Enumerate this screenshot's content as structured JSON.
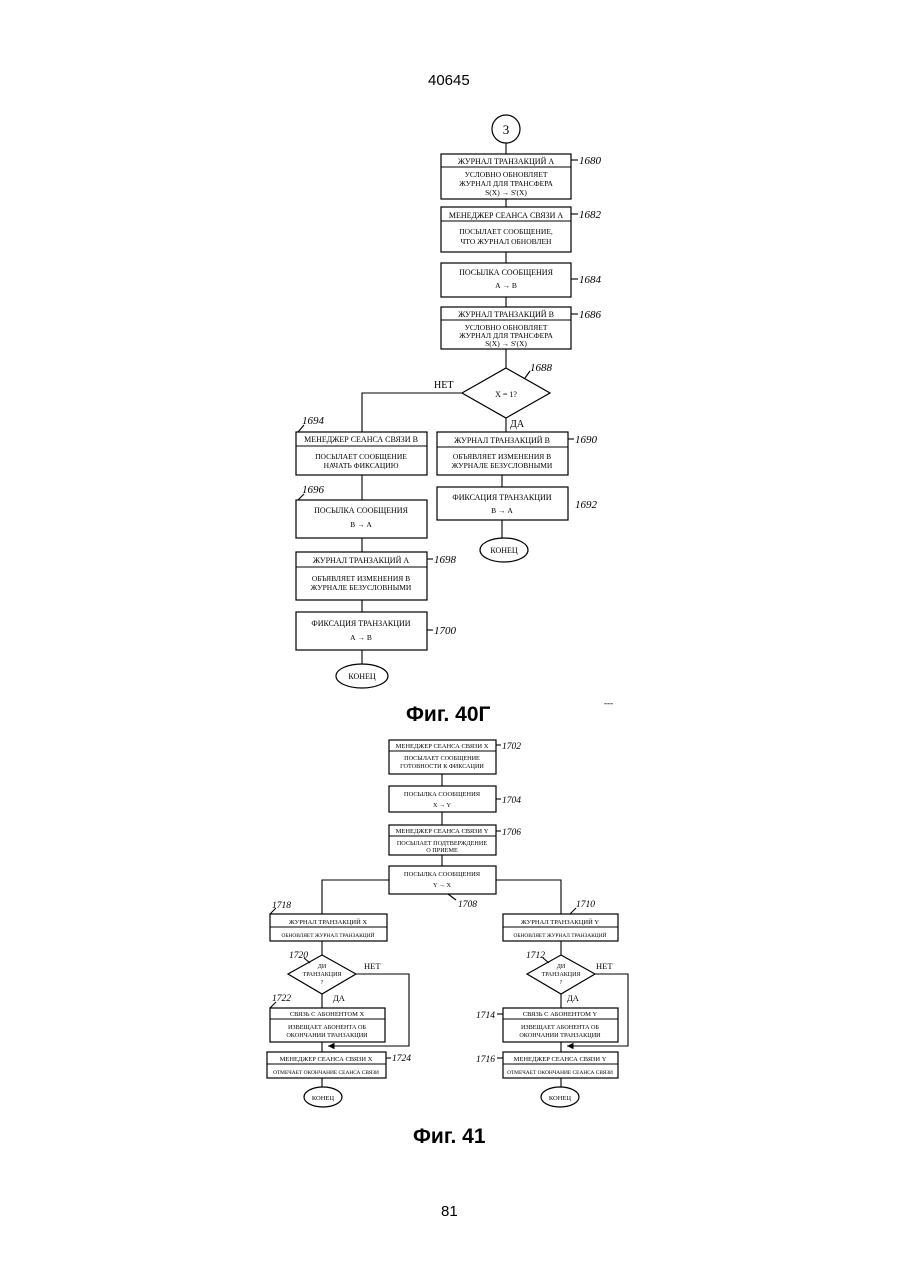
{
  "page": {
    "top_number": "40645",
    "bottom_number": "81",
    "mark": "---"
  },
  "fig40": {
    "caption": "Фиг. 40Г",
    "connector": "3",
    "b1680": {
      "title": "ЖУРНАЛ ТРАНЗАКЦИЙ А",
      "body1": "УСЛОВНО ОБНОВЛЯЕТ",
      "body2": "ЖУРНАЛ ДЛЯ ТРАНСФЕРА",
      "body3": "S(X) → S'(X)",
      "ref": "1680"
    },
    "b1682": {
      "title": "МЕНЕДЖЕР СЕАНСА СВЯЗИ А",
      "body1": "ПОСЫЛАЕТ СООБЩЕНИЕ,",
      "body2": "ЧТО ЖУРНАЛ ОБНОВЛЕН",
      "ref": "1682"
    },
    "b1684": {
      "title": "ПОСЫЛКА СООБЩЕНИЯ",
      "body1": "А → В",
      "ref": "1684"
    },
    "b1686": {
      "title": "ЖУРНАЛ ТРАНЗАКЦИЙ В",
      "body1": "УСЛОВНО ОБНОВЛЯЕТ",
      "body2": "ЖУРНАЛ ДЛЯ ТРАНСФЕРА",
      "body3": "S(X) → S'(X)",
      "ref": "1686"
    },
    "d1688": {
      "text": "X = 1?",
      "ref": "1688",
      "no": "НЕТ",
      "yes": "ДА"
    },
    "b1690": {
      "title": "ЖУРНАЛ ТРАНЗАКЦИЙ В",
      "body1": "ОБЪЯВЛЯЕТ ИЗМЕНЕНИЯ В",
      "body2": "ЖУРНАЛЕ БЕЗУСЛОВНЫМИ",
      "ref": "1690"
    },
    "b1692": {
      "title": "ФИКСАЦИЯ ТРАНЗАКЦИИ",
      "body1": "В → А",
      "ref": "1692"
    },
    "end_right": "КОНЕЦ",
    "b1694": {
      "title": "МЕНЕДЖЕР СЕАНСА СВЯЗИ В",
      "body1": "ПОСЫЛАЕТ СООБЩЕНИЕ",
      "body2": "НАЧАТЬ ФИКСАЦИЮ",
      "ref": "1694"
    },
    "b1696": {
      "title": "ПОСЫЛКА СООБЩЕНИЯ",
      "body1": "В → А",
      "ref": "1696"
    },
    "b1698": {
      "title": "ЖУРНАЛ ТРАНЗАКЦИЙ А",
      "body1": "ОБЪЯВЛЯЕТ ИЗМЕНЕНИЯ В",
      "body2": "ЖУРНАЛЕ БЕЗУСЛОВНЫМИ",
      "ref": "1698"
    },
    "b1700": {
      "title": "ФИКСАЦИЯ ТРАНЗАКЦИИ",
      "body1": "А → В",
      "ref": "1700"
    },
    "end_left": "КОНЕЦ"
  },
  "fig41": {
    "caption": "Фиг. 41",
    "b1702": {
      "title": "МЕНЕДЖЕР СЕАНСА СВЯЗИ X",
      "body1": "ПОСЫЛАЕТ СООБЩЕНИЕ",
      "body2": "ГОТОВНОСТИ К ФИКСАЦИИ",
      "ref": "1702"
    },
    "b1704": {
      "title": "ПОСЫЛКА СООБЩЕНИЯ",
      "body1": "X → Y",
      "ref": "1704"
    },
    "b1706": {
      "title": "МЕНЕДЖЕР СЕАНСА СВЯЗИ Y",
      "body1": "ПОСЫЛАЕТ ПОДТВЕРЖДЕНИЕ",
      "body2": "О ПРИЕМЕ",
      "ref": "1706"
    },
    "b1708": {
      "title": "ПОСЫЛКА СООБЩЕНИЯ",
      "body1": "Y → X",
      "ref": "1708"
    },
    "b1718": {
      "title": "ЖУРНАЛ ТРАНЗАКЦИЙ X",
      "body1": "ОБНОВЛЯЕТ ЖУРНАЛ ТРАНЗАКЦИЙ",
      "ref": "1718"
    },
    "d1720": {
      "line1": "ДИ",
      "line2": "ТРАНЗАКЦИЯ",
      "line3": "?",
      "ref": "1720",
      "no": "НЕТ",
      "yes": "ДА"
    },
    "b1722": {
      "title": "СВЯЗЬ С АБОНЕНТОМ X",
      "body1": "ИЗВЕЩАЕТ АБОНЕНТА ОБ",
      "body2": "ОКОНЧАНИИ ТРАНЗАКЦИИ",
      "ref": "1722"
    },
    "b1724": {
      "title": "МЕНЕДЖЕР СЕАНСА СВЯЗИ X",
      "body1": "ОТМЕЧАЕТ ОКОНЧАНИЕ СЕАНСА СВЯЗИ",
      "ref": "1724"
    },
    "end_left": "КОНЕЦ",
    "b1710": {
      "title": "ЖУРНАЛ ТРАНЗАКЦИЙ Y",
      "body1": "ОБНОВЛЯЕТ ЖУРНАЛ ТРАНЗАКЦИЙ",
      "ref": "1710"
    },
    "d1712": {
      "line1": "ДИ",
      "line2": "ТРАНЗАКЦИЯ",
      "line3": "?",
      "ref": "1712",
      "no": "НЕТ",
      "yes": "ДА"
    },
    "b1714": {
      "title": "СВЯЗЬ С АБОНЕНТОМ Y",
      "body1": "ИЗВЕЩАЕТ АБОНЕНТА ОБ",
      "body2": "ОКОНЧАНИИ ТРАНЗАКЦИИ",
      "ref": "1714"
    },
    "b1716": {
      "title": "МЕНЕДЖЕР СЕАНСА СВЯЗИ Y",
      "body1": "ОТМЕЧАЕТ ОКОНЧАНИЕ СЕАНСА СВЯЗИ",
      "ref": "1716"
    },
    "end_right": "КОНЕЦ"
  }
}
